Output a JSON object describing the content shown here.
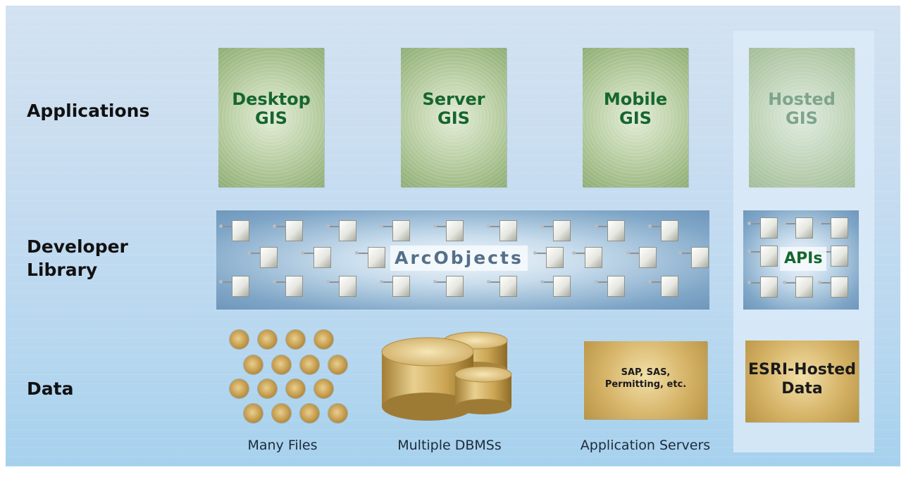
{
  "rows": {
    "applications": "Applications",
    "developer_library": "Developer\nLibrary",
    "data": "Data"
  },
  "applications": [
    {
      "line1": "Desktop",
      "line2": "GIS"
    },
    {
      "line1": "Server",
      "line2": "GIS"
    },
    {
      "line1": "Mobile",
      "line2": "GIS"
    },
    {
      "line1": "Hosted",
      "line2": "GIS"
    }
  ],
  "developer_library": {
    "main_label": "ArcObjects",
    "hosted_label": "APIs"
  },
  "data": {
    "files_caption": "Many Files",
    "dbms_caption": "Multiple DBMSs",
    "app_servers_box_line1": "SAP, SAS,",
    "app_servers_box_line2": "Permitting, etc.",
    "app_servers_caption": "Application Servers",
    "hosted_data_line1": "ESRI-Hosted",
    "hosted_data_line2": "Data"
  },
  "colors": {
    "label_green": "#16662f",
    "library_blue": "#6f97bb",
    "gold": "#c9a35a"
  }
}
